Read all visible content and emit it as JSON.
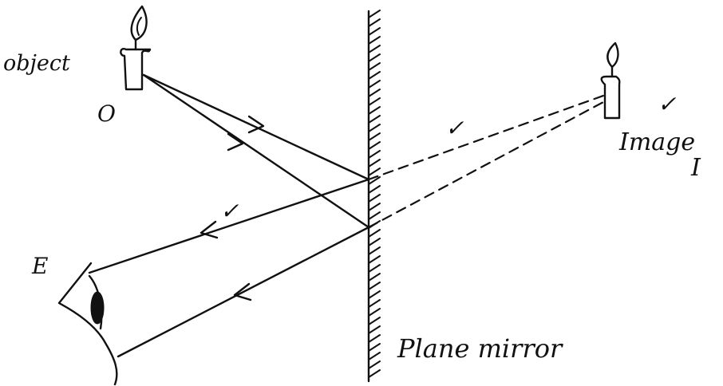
{
  "labels": {
    "object": "object",
    "object_point": "O",
    "image": "Image",
    "image_point": "I",
    "eye": "E",
    "mirror": "Plane mirror"
  },
  "ticks": [
    "✓",
    "✓",
    "✓"
  ],
  "colors": {
    "ink": "#111111",
    "paper": "#ffffff"
  }
}
